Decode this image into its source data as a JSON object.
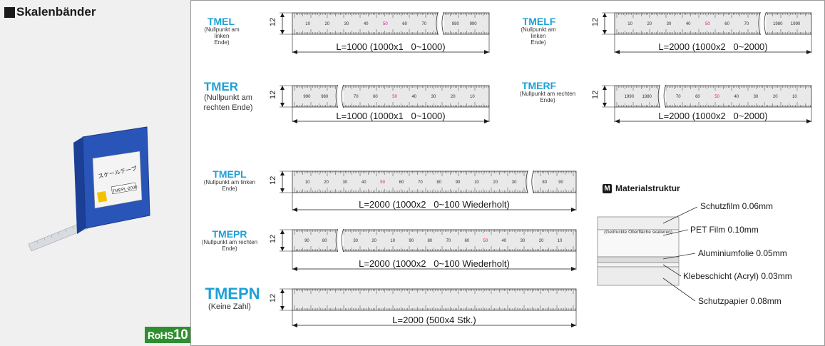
{
  "left": {
    "title": "Skalenbänder",
    "rohs_prefix": "RoHS",
    "rohs_number": "10",
    "photo": {
      "label_jp": "スケールテープ",
      "model_text": "TMEPL-2000"
    }
  },
  "products": [
    {
      "name": "TMEL",
      "note": [
        "(Nullpunkt am linken",
        "Ende)"
      ],
      "dimension": "L=1000 (1000x1   0~1000)",
      "height_label": "12",
      "left_numbers": [
        "10",
        "20",
        "30",
        "40",
        "50",
        "60",
        "70"
      ],
      "red_number": "50",
      "right_numbers": [
        "980",
        "990"
      ]
    },
    {
      "name": "TMELF",
      "note": [
        "(Nullpunkt am linken",
        "Ende)"
      ],
      "dimension": "L=2000 (1000x2   0~2000)",
      "height_label": "12",
      "left_numbers": [
        "10",
        "20",
        "30",
        "40",
        "50",
        "60",
        "70"
      ],
      "red_number": "50",
      "right_numbers": [
        "1980",
        "1990"
      ]
    },
    {
      "name": "TMER",
      "note": [
        "(Nullpunkt am",
        "rechten Ende)"
      ],
      "dimension": "L=1000 (1000x1   0~1000)",
      "height_label": "12",
      "left_numbers": [
        "990",
        "980"
      ],
      "right_numbers": [
        "70",
        "60",
        "50",
        "40",
        "30",
        "20",
        "10"
      ],
      "red_number": "50"
    },
    {
      "name": "TMERF",
      "note": [
        "(Nullpunkt am rechten",
        "Ende)"
      ],
      "dimension": "L=2000 (1000x2   0~2000)",
      "height_label": "12",
      "left_numbers": [
        "1990",
        "1980"
      ],
      "right_numbers": [
        "70",
        "60",
        "50",
        "40",
        "30",
        "20",
        "10"
      ],
      "red_number": "50"
    },
    {
      "name": "TMEPL",
      "note": [
        "(Nullpunkt am linken",
        "Ende)"
      ],
      "dimension": "L=2000 (1000x2   0~100 Wiederholt)",
      "height_label": "12",
      "left_numbers": [
        "10",
        "20",
        "30",
        "40",
        "50",
        "60",
        "70",
        "80",
        "90",
        "10",
        "20",
        "30"
      ],
      "red_number": "50",
      "right_numbers": [
        "80",
        "90"
      ]
    },
    {
      "name": "TMEPR",
      "note": [
        "(Nullpunkt am rechten",
        "Ende)"
      ],
      "dimension": "L=2000 (1000x2   0~100 Wiederholt)",
      "height_label": "12",
      "left_numbers": [
        "90",
        "80"
      ],
      "right_numbers": [
        "30",
        "20",
        "10",
        "90",
        "80",
        "70",
        "60",
        "50",
        "40",
        "30",
        "20",
        "10"
      ],
      "red_number": "50"
    },
    {
      "name": "TMEPN",
      "note": [
        "(Keine Zahl)"
      ],
      "dimension": "L=2000 (500x4 Stk.)",
      "height_label": "12",
      "left_numbers": [],
      "right_numbers": [],
      "red_number": ""
    }
  ],
  "material": {
    "title": "Materialstruktur",
    "icon_letter": "M",
    "printed_note": "(Gedruckte Oberfläche skalieren)",
    "layers": [
      "Schutzfilm 0.06mm",
      "PET Film 0.10mm",
      "Aluminiumfolie 0.05mm",
      "Klebeschicht (Acryl) 0.03mm",
      "Schutzpapier 0.08mm"
    ]
  },
  "colors": {
    "accent": "#1da1d6",
    "red_number": "#e0168a",
    "rohs_green": "#2e8f2e",
    "tape": "#e9e9e9",
    "box_blue": "#2a55b8"
  }
}
